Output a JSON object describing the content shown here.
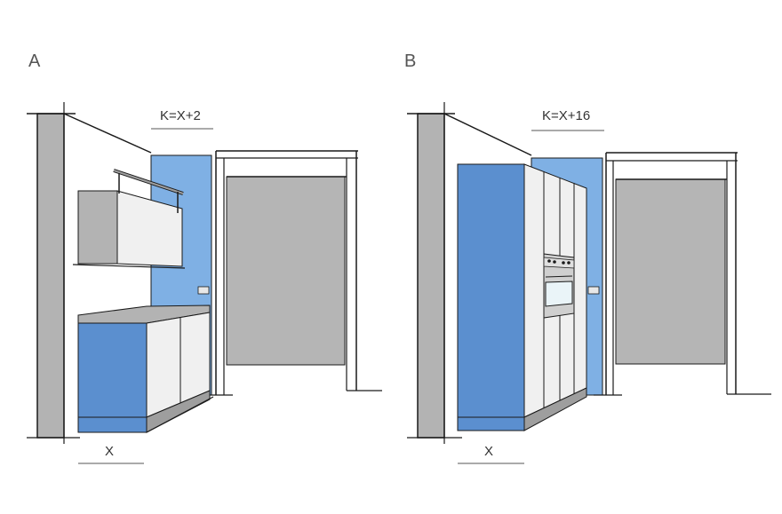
{
  "panels": [
    {
      "letter": "A",
      "dimension_label": "K=X+2",
      "width_label": "X"
    },
    {
      "letter": "B",
      "dimension_label": "K=X+16",
      "width_label": "X"
    }
  ],
  "colors": {
    "wall_grey": "#b3b3b3",
    "niche_blue": "#5b8fcf",
    "back_blue": "#7fb0e4",
    "cabinet_white": "#f0f0f0",
    "plinth_grey": "#9e9e9e",
    "door_grey": "#b5b5b5",
    "line": "#1a1a1a"
  }
}
